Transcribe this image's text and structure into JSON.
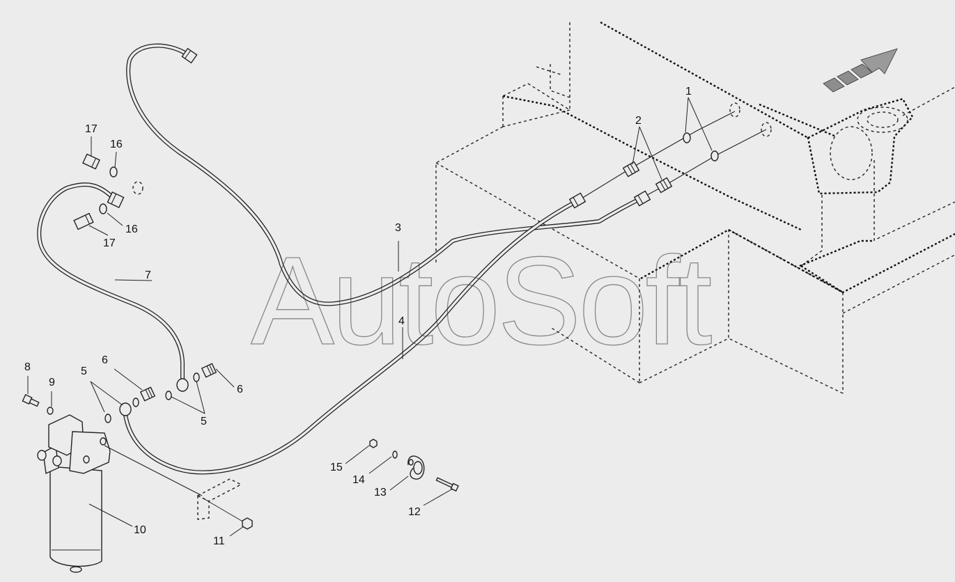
{
  "watermark": "AutoSoft",
  "callouts": {
    "c1": "1",
    "c2": "2",
    "c3": "3",
    "c4": "4",
    "c5a": "5",
    "c5b": "5",
    "c6a": "6",
    "c6b": "6",
    "c7": "7",
    "c8": "8",
    "c9": "9",
    "c10": "10",
    "c11": "11",
    "c12": "12",
    "c13": "13",
    "c14": "14",
    "c15": "15",
    "c16a": "16",
    "c16b": "16",
    "c17a": "17",
    "c17b": "17"
  },
  "icons": {
    "direction_arrow": "forward-arrow-icon"
  },
  "colors": {
    "background": "#ececec",
    "line": "#222222",
    "arrow_fill": "#9a9a9a"
  }
}
